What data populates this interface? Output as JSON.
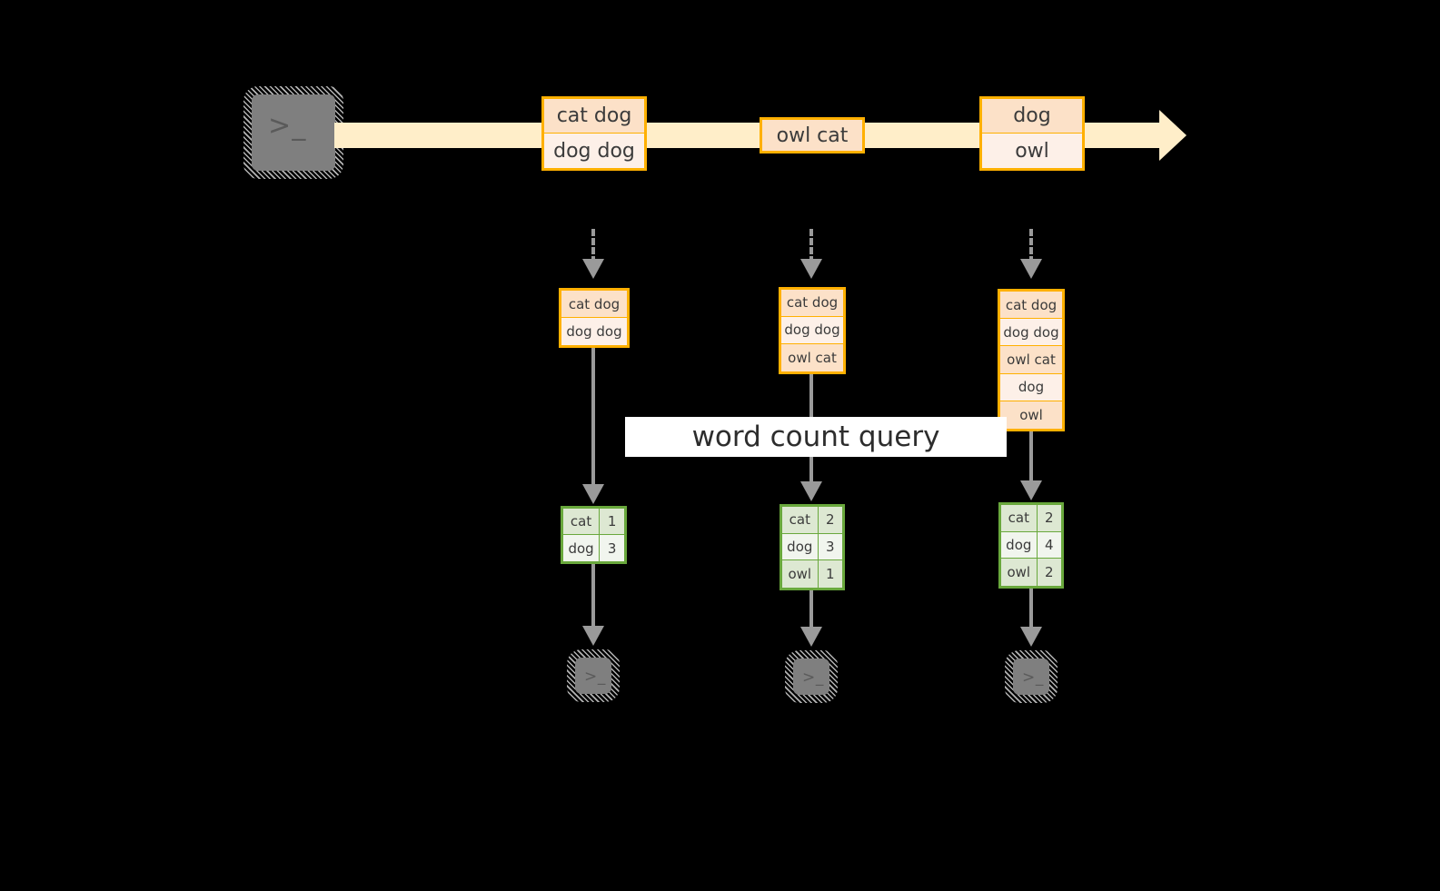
{
  "palette": {
    "background": "#000000",
    "stream_fill": "#ffeec9",
    "record_border": "#ffb000",
    "record_fill_dark": "#fce1c8",
    "record_fill_light": "#fdf0e8",
    "result_border": "#69a83c",
    "result_fill_dark": "#dde8d2",
    "result_fill_light": "#f1f5ee",
    "arrow_gray": "#9a9a9a",
    "terminal_gray": "#7f7f7f",
    "caption_bg": "#ffffff",
    "text": "#3b3b3b"
  },
  "stream": {
    "source_terminal": {
      "icon": "terminal-prompt-icon",
      "glyph": ">_"
    },
    "arrow_direction": "right",
    "batches": [
      {
        "id": "batch-1",
        "lines": [
          {
            "text": "cat dog",
            "shade": "dark"
          },
          {
            "text": "dog dog",
            "shade": "light"
          }
        ]
      },
      {
        "id": "batch-2",
        "lines": [
          {
            "text": "owl cat",
            "shade": "dark"
          }
        ]
      },
      {
        "id": "batch-3",
        "lines": [
          {
            "text": "dog",
            "shade": "dark"
          },
          {
            "text": "owl",
            "shade": "light"
          }
        ]
      }
    ]
  },
  "caption": {
    "label": "word count query"
  },
  "snapshots": [
    {
      "id": "snapshot-1",
      "input_table": {
        "rows": [
          {
            "text": "cat dog",
            "shade": "dark"
          },
          {
            "text": "dog dog",
            "shade": "light"
          }
        ]
      },
      "result_table": {
        "rows": [
          {
            "word": "cat",
            "count": "1",
            "shade": "dark"
          },
          {
            "word": "dog",
            "count": "3",
            "shade": "light"
          }
        ]
      },
      "sink_terminal": {
        "icon": "terminal-prompt-icon",
        "glyph": ">_"
      }
    },
    {
      "id": "snapshot-2",
      "input_table": {
        "rows": [
          {
            "text": "cat dog",
            "shade": "dark"
          },
          {
            "text": "dog dog",
            "shade": "light"
          },
          {
            "text": "owl cat",
            "shade": "dark"
          }
        ]
      },
      "result_table": {
        "rows": [
          {
            "word": "cat",
            "count": "2",
            "shade": "dark"
          },
          {
            "word": "dog",
            "count": "3",
            "shade": "light"
          },
          {
            "word": "owl",
            "count": "1",
            "shade": "dark"
          }
        ]
      },
      "sink_terminal": {
        "icon": "terminal-prompt-icon",
        "glyph": ">_"
      }
    },
    {
      "id": "snapshot-3",
      "input_table": {
        "rows": [
          {
            "text": "cat dog",
            "shade": "dark"
          },
          {
            "text": "dog dog",
            "shade": "light"
          },
          {
            "text": "owl cat",
            "shade": "dark"
          },
          {
            "text": "dog",
            "shade": "light"
          },
          {
            "text": "owl",
            "shade": "dark"
          }
        ]
      },
      "result_table": {
        "rows": [
          {
            "word": "cat",
            "count": "2",
            "shade": "dark"
          },
          {
            "word": "dog",
            "count": "4",
            "shade": "light"
          },
          {
            "word": "owl",
            "count": "2",
            "shade": "dark"
          }
        ]
      },
      "sink_terminal": {
        "icon": "terminal-prompt-icon",
        "glyph": ">_"
      }
    }
  ]
}
